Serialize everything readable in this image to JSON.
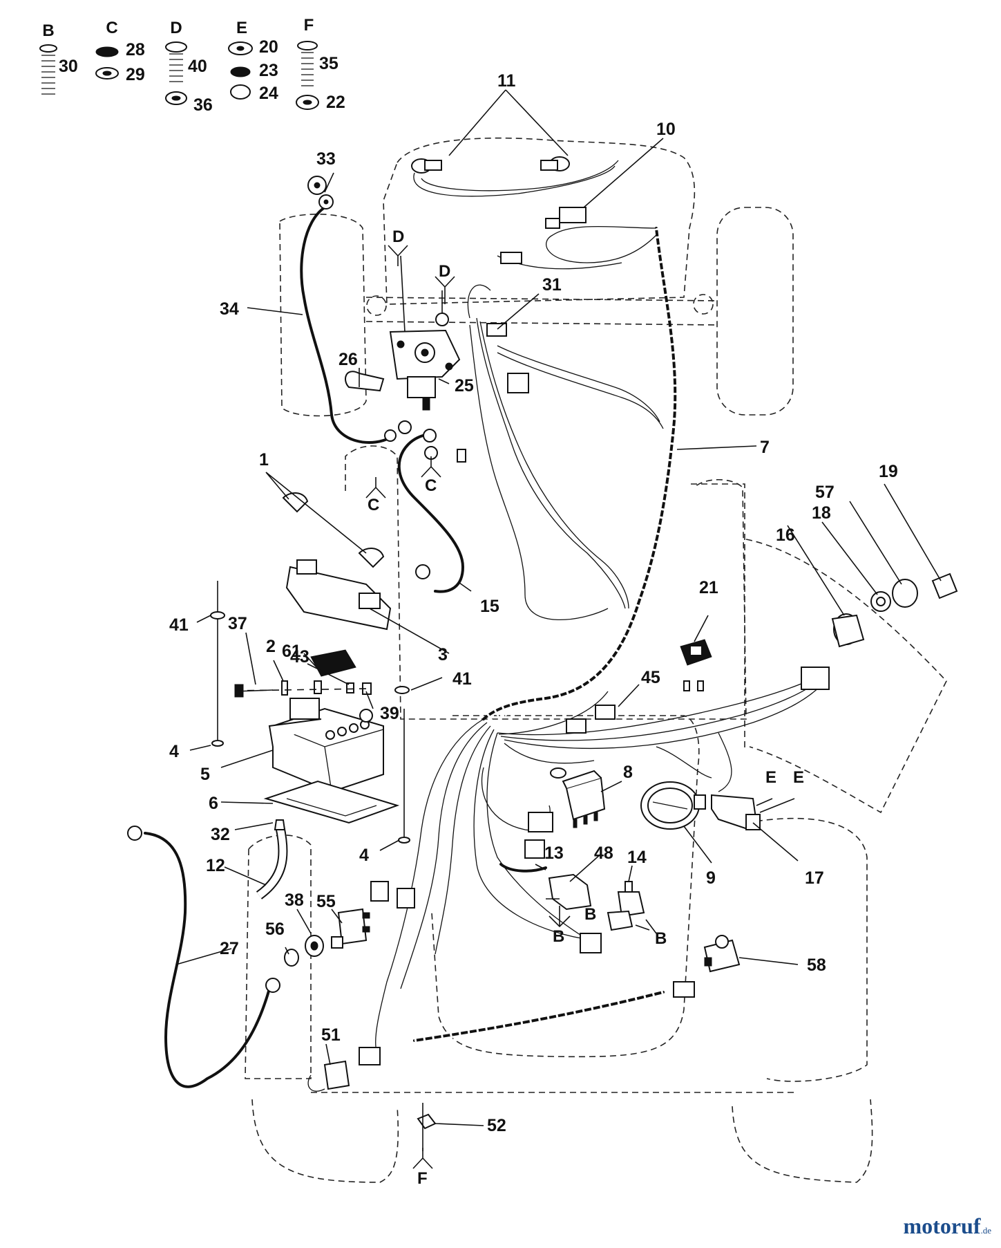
{
  "hardware_letters": [
    "B",
    "C",
    "D",
    "E",
    "F"
  ],
  "hardware_numbers": [
    "30",
    "28",
    "29",
    "40",
    "36",
    "20",
    "23",
    "24",
    "35",
    "22"
  ],
  "callouts": [
    "1",
    "2",
    "3",
    "4",
    "4",
    "5",
    "6",
    "7",
    "8",
    "9",
    "10",
    "11",
    "12",
    "13",
    "14",
    "15",
    "16",
    "17",
    "18",
    "19",
    "21",
    "25",
    "26",
    "27",
    "31",
    "32",
    "33",
    "34",
    "37",
    "38",
    "39",
    "41",
    "41",
    "43",
    "45",
    "48",
    "51",
    "52",
    "55",
    "56",
    "57",
    "58",
    "61"
  ],
  "refs": [
    "D",
    "D",
    "C",
    "C",
    "B",
    "B",
    "B",
    "E",
    "E",
    "F"
  ],
  "watermark": {
    "brand": "motoruf",
    "tld": ".de"
  }
}
